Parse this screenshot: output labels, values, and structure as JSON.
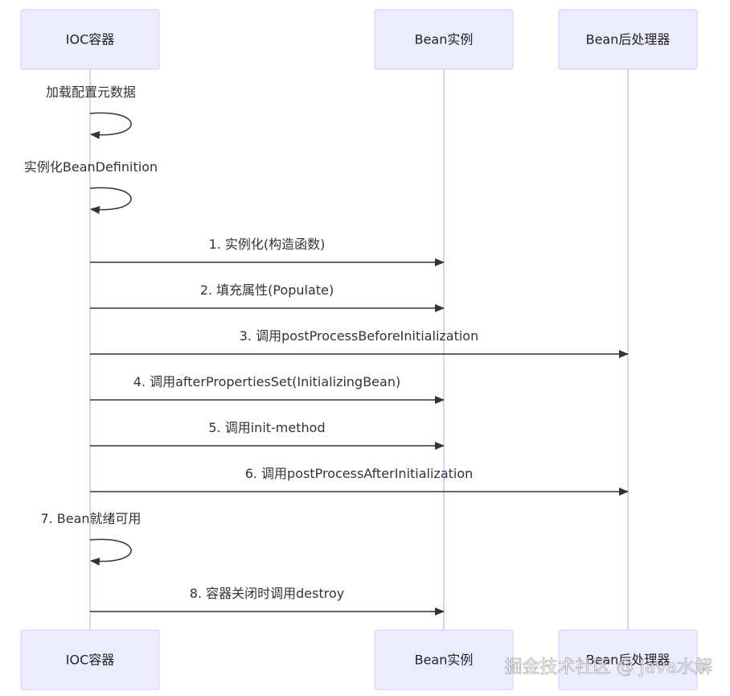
{
  "participants": [
    {
      "id": "ioc",
      "label": "IOC容器"
    },
    {
      "id": "bean",
      "label": "Bean实例"
    },
    {
      "id": "bpp",
      "label": "Bean后处理器"
    }
  ],
  "messages": [
    {
      "from": "ioc",
      "to": "ioc",
      "label": "加载配置元数据"
    },
    {
      "from": "ioc",
      "to": "ioc",
      "label": "实例化BeanDefinition"
    },
    {
      "from": "ioc",
      "to": "bean",
      "label": "1. 实例化(构造函数)"
    },
    {
      "from": "ioc",
      "to": "bean",
      "label": "2. 填充属性(Populate)"
    },
    {
      "from": "ioc",
      "to": "bpp",
      "label": "3. 调用postProcessBeforeInitialization"
    },
    {
      "from": "ioc",
      "to": "bean",
      "label": "4. 调用afterPropertiesSet(InitializingBean)"
    },
    {
      "from": "ioc",
      "to": "bean",
      "label": "5. 调用init-method"
    },
    {
      "from": "ioc",
      "to": "bpp",
      "label": "6. 调用postProcessAfterInitialization"
    },
    {
      "from": "ioc",
      "to": "ioc",
      "label": "7. Bean就绪可用"
    },
    {
      "from": "ioc",
      "to": "bean",
      "label": "8. 容器关闭时调用destroy"
    }
  ],
  "watermark": "掘金技术社区 @ Java水解",
  "colors": {
    "actor_fill": "#ECECFF",
    "actor_border": "#CCCCFF",
    "lifeline": "#C9C9F0",
    "arrow": "#333333"
  }
}
